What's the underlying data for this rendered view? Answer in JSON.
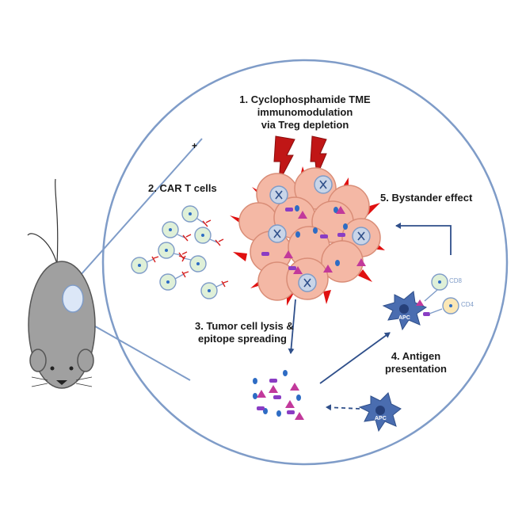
{
  "labels": {
    "step1": [
      "1. Cyclophosphamide TME",
      "immunomodulation",
      "via Treg depletion"
    ],
    "step2": "2. CAR T cells",
    "step3": [
      "3. Tumor cell lysis &",
      "epitope spreading"
    ],
    "step4": [
      "4. Antigen",
      "presentation"
    ],
    "step5": "5. Bystander effect",
    "cd8": "CD8",
    "cd4": "CD4",
    "apc": "APC",
    "plus": "+"
  },
  "colors": {
    "outline": "#7f9cc8",
    "tumor_fill": "#f4b8a5",
    "tumor_stroke": "#d98d77",
    "spike": "#e01010",
    "lightning": "#c01616",
    "arrow": "#2f4f8a",
    "apc": "#4a6db0",
    "antigen_blue": "#2e6cc4",
    "antigen_purple": "#8a3dc4",
    "antigen_pink": "#c2399b",
    "cart_fill": "#dff0d8",
    "cart_receptor": "#d62020",
    "cd4_fill": "#fbe7b5",
    "mouse_fill": "#a0a0a0"
  }
}
